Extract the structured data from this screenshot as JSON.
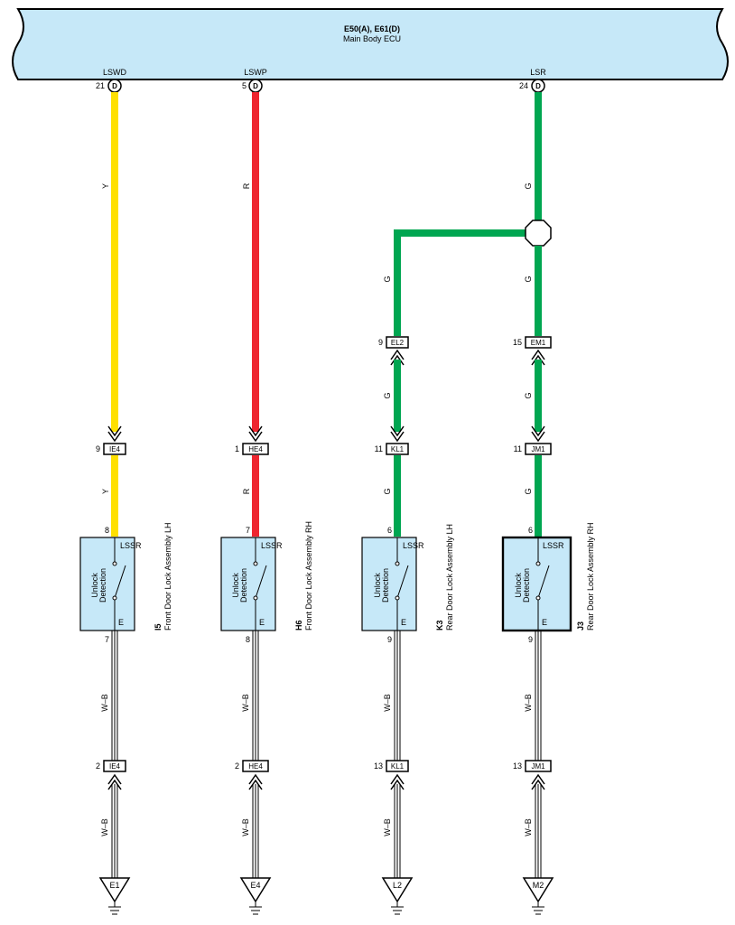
{
  "ecu": {
    "title": "E50(A), E61(D)",
    "subtitle": "Main Body ECU",
    "fill": "#c6e8f8"
  },
  "colors": {
    "yellow": "#ffe000",
    "red": "#ee2630",
    "green": "#00a651",
    "wb_line": "#000000",
    "box_fill": "#c6e8f8"
  },
  "channels": [
    {
      "signal": "LSWD",
      "pin": "21",
      "pin_letter": "D",
      "wire_color": "Y",
      "lower_color": "Y",
      "conn1_pin": "9",
      "conn1_name": "IE4",
      "switch_pin_top": "8",
      "switch_top_label": "LSSR",
      "switch_label_line1": "Unlock",
      "switch_label_line2": "Detection",
      "switch_bottom_label": "E",
      "switch_pin_bottom": "7",
      "device_code": "I5",
      "device_name": "Front Door Lock Assembly LH",
      "ground_wire": "W–B",
      "conn2_pin": "2",
      "conn2_name": "IE4",
      "ground_wire2": "W–B",
      "ground": "E1"
    },
    {
      "signal": "LSWP",
      "pin": "5",
      "pin_letter": "D",
      "wire_color": "R",
      "lower_color": "R",
      "conn1_pin": "1",
      "conn1_name": "HE4",
      "switch_pin_top": "7",
      "switch_top_label": "LSSR",
      "switch_label_line1": "Unlock",
      "switch_label_line2": "Detection",
      "switch_bottom_label": "E",
      "switch_pin_bottom": "8",
      "device_code": "H6",
      "device_name": "Front Door Lock Assembly RH",
      "ground_wire": "W–B",
      "conn2_pin": "2",
      "conn2_name": "HE4",
      "ground_wire2": "W–B",
      "ground": "E4"
    },
    {
      "signal": "",
      "pin": "",
      "pin_letter": "",
      "wire_color": "G",
      "lower_color": "G",
      "mid_pin": "9",
      "mid_name": "EL2",
      "mid_color": "G",
      "conn1_pin": "11",
      "conn1_name": "KL1",
      "switch_pin_top": "6",
      "switch_top_label": "LSSR",
      "switch_label_line1": "Unlock",
      "switch_label_line2": "Detection",
      "switch_bottom_label": "E",
      "switch_pin_bottom": "9",
      "device_code": "K3",
      "device_name": "Rear Door Lock Assembly LH",
      "ground_wire": "W–B",
      "conn2_pin": "13",
      "conn2_name": "KL1",
      "ground_wire2": "W–B",
      "ground": "L2"
    },
    {
      "signal": "LSR",
      "pin": "24",
      "pin_letter": "D",
      "wire_color": "G",
      "lower_color": "G",
      "mid_pin": "15",
      "mid_name": "EM1",
      "mid_color": "G",
      "branch_color": "G",
      "conn1_pin": "11",
      "conn1_name": "JM1",
      "switch_pin_top": "6",
      "switch_top_label": "LSSR",
      "switch_label_line1": "Unlock",
      "switch_label_line2": "Detection",
      "switch_bottom_label": "E",
      "switch_pin_bottom": "9",
      "device_code": "J3",
      "device_name": "Rear Door Lock Assembly RH",
      "ground_wire": "W–B",
      "conn2_pin": "13",
      "conn2_name": "JM1",
      "ground_wire2": "W–B",
      "ground": "M2"
    }
  ]
}
